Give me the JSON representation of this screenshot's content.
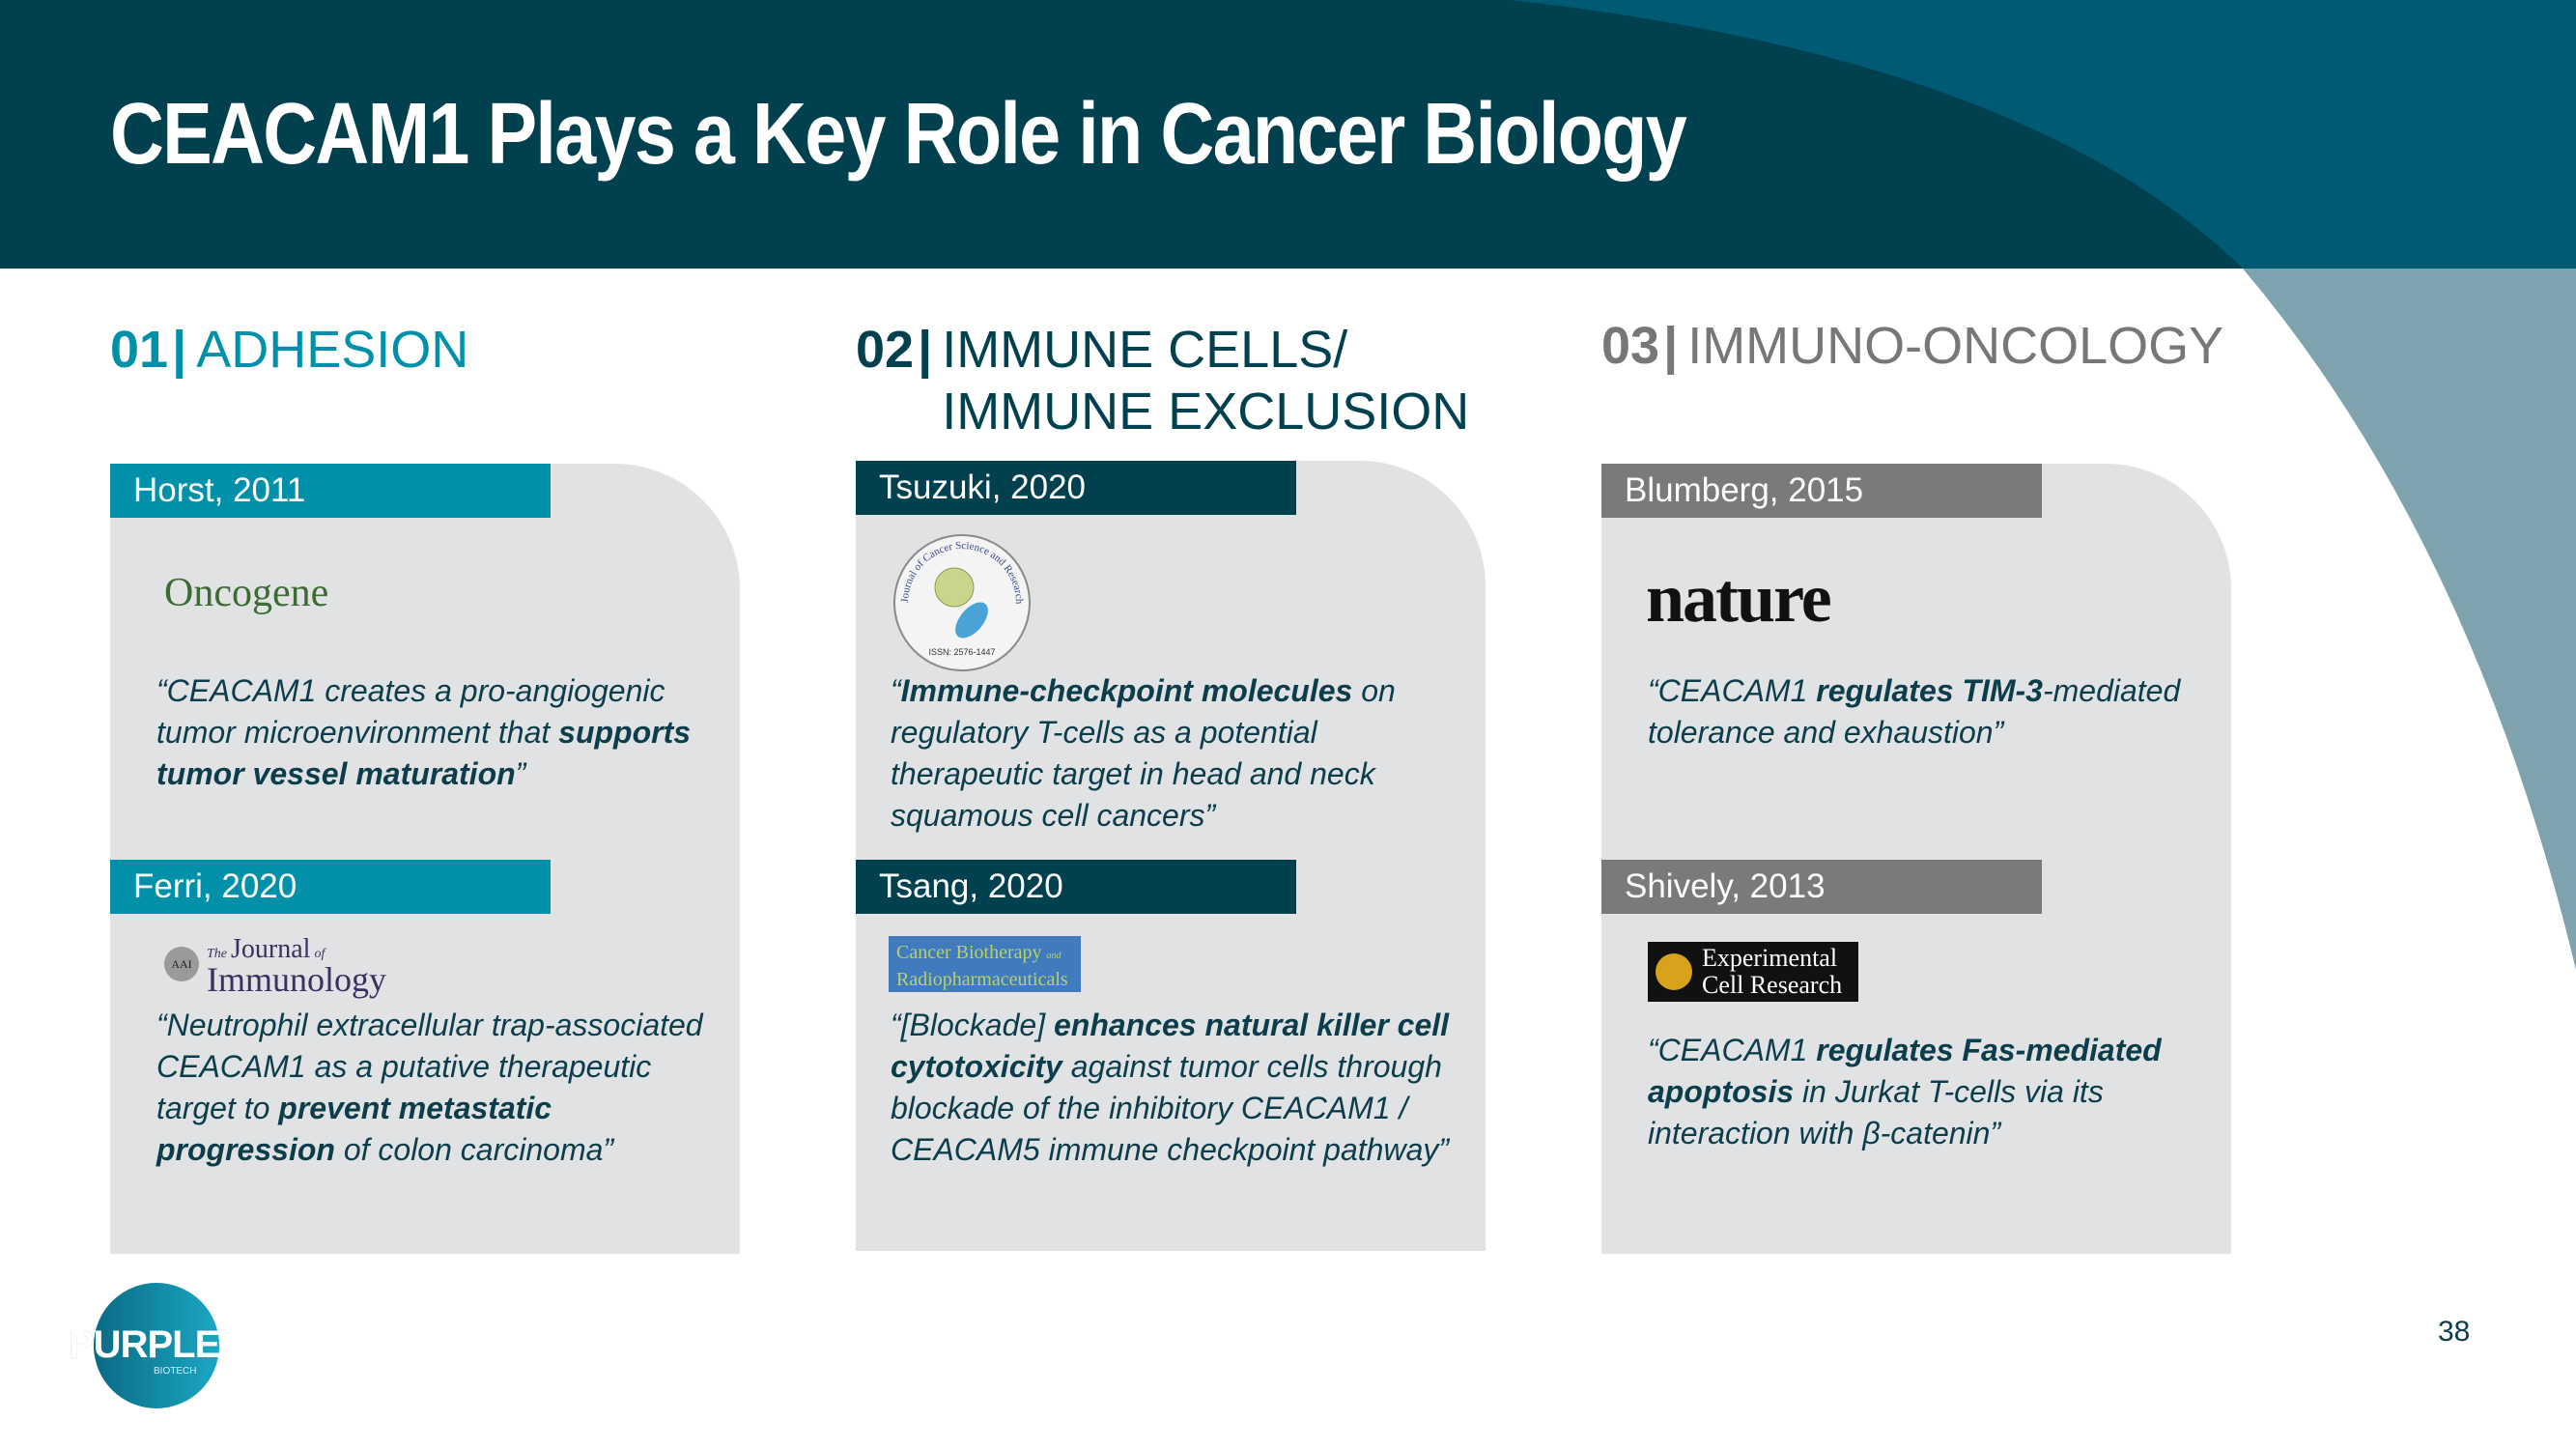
{
  "title": "CEACAM1 Plays a Key Role in Cancer Biology",
  "colors": {
    "header_dark": "#00404f",
    "header_light": "#005a73",
    "band": "#7fa3ae",
    "col1": "#0090aa",
    "col2": "#00404f",
    "col3": "#7a7a7c",
    "card": "#e1e2e4",
    "text": "#0b3d4b"
  },
  "columns": [
    {
      "num": "01",
      "sep": "|",
      "label": [
        "ADHESION"
      ],
      "refs": [
        {
          "author": "Horst, 2011",
          "journal": "Oncogene",
          "quote": [
            {
              "t": "“CEACAM1 creates a pro-angiogenic tumor microenvironment that "
            },
            {
              "t": "supports tumor vessel maturation",
              "b": true
            },
            {
              "t": "”"
            }
          ]
        },
        {
          "author": "Ferri, 2020",
          "journal_small": "The",
          "journal": "Journal",
          "journal_of": "of",
          "journal2": "Immunology",
          "journal_badge": "AAI",
          "quote": [
            {
              "t": "“Neutrophil extracellular trap-associated CEACAM1 as a putative therapeutic target to "
            },
            {
              "t": "prevent metastatic progression",
              "b": true
            },
            {
              "t": " of colon carcinoma”"
            }
          ]
        }
      ]
    },
    {
      "num": "02",
      "sep": "|",
      "label": [
        "IMMUNE CELLS/",
        "IMMUNE EXCLUSION"
      ],
      "refs": [
        {
          "author": "Tsuzuki, 2020",
          "journal": "Journal of Cancer Science and Research",
          "issn": "ISSN: 2576-1447",
          "quote": [
            {
              "t": "“"
            },
            {
              "t": "Immune-checkpoint molecules",
              "b": true
            },
            {
              "t": " on regulatory T-cells as a potential therapeutic target in head and neck squamous cell cancers”"
            }
          ]
        },
        {
          "author": "Tsang, 2020",
          "journal": "Cancer Biotherapy",
          "journal_and": "and",
          "journal2": "Radiopharmaceuticals",
          "quote": [
            {
              "t": "“[Blockade] "
            },
            {
              "t": "enhances natural killer cell cytotoxicity",
              "b": true
            },
            {
              "t": " against tumor cells through blockade of the inhibitory CEACAM1 / CEACAM5 immune checkpoint pathway”"
            }
          ]
        }
      ]
    },
    {
      "num": "03",
      "sep": "|",
      "label": [
        "IMMUNO-ONCOLOGY"
      ],
      "refs": [
        {
          "author": "Blumberg, 2015",
          "journal": "nature",
          "quote": [
            {
              "t": "“CEACAM1 "
            },
            {
              "t": "regulates TIM-3",
              "b": true
            },
            {
              "t": "-mediated tolerance and exhaustion”"
            }
          ]
        },
        {
          "author": "Shively, 2013",
          "journal": "Experimental",
          "journal2": "Cell Research",
          "quote": [
            {
              "t": "“CEACAM1 "
            },
            {
              "t": "regulates Fas-mediated apoptosis",
              "b": true
            },
            {
              "t": " in Jurkat T-cells via its interaction with β-catenin”"
            }
          ]
        }
      ]
    }
  ],
  "footer": {
    "logo": "PURPLE",
    "logo_sub": "BIOTECH",
    "page": "38"
  }
}
